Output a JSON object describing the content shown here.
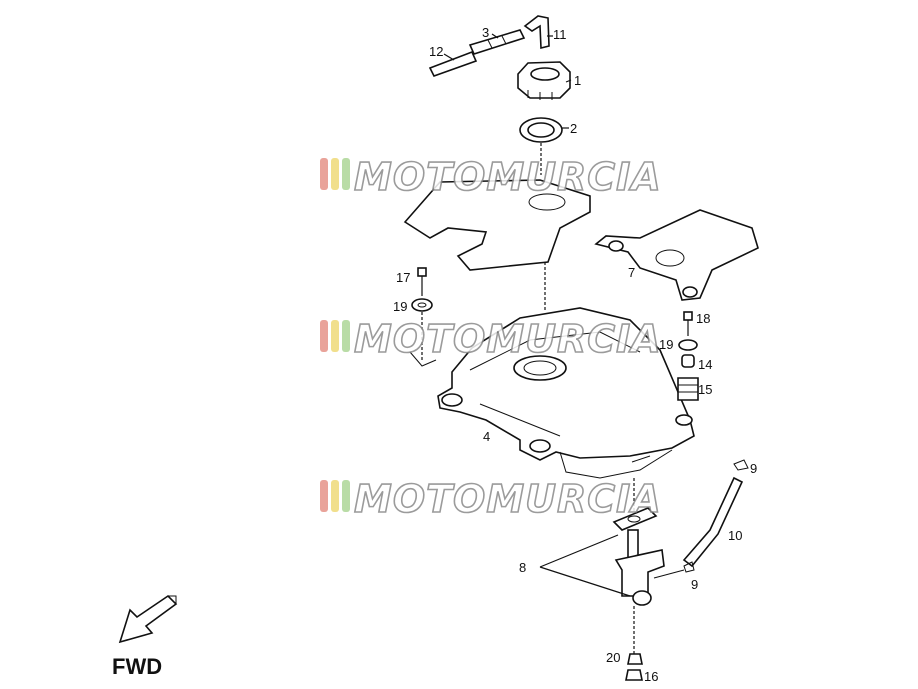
{
  "callouts": [
    "1",
    "2",
    "3",
    "4",
    "7",
    "8",
    "9",
    "9",
    "10",
    "11",
    "12",
    "14",
    "15",
    "16",
    "17",
    "18",
    "19",
    "19",
    "20"
  ],
  "direction_label": "FWD",
  "watermark_text": "MOTOMURCIA",
  "watermark_colors": [
    "#e9a39a",
    "#f1df8c",
    "#b9dca6"
  ]
}
